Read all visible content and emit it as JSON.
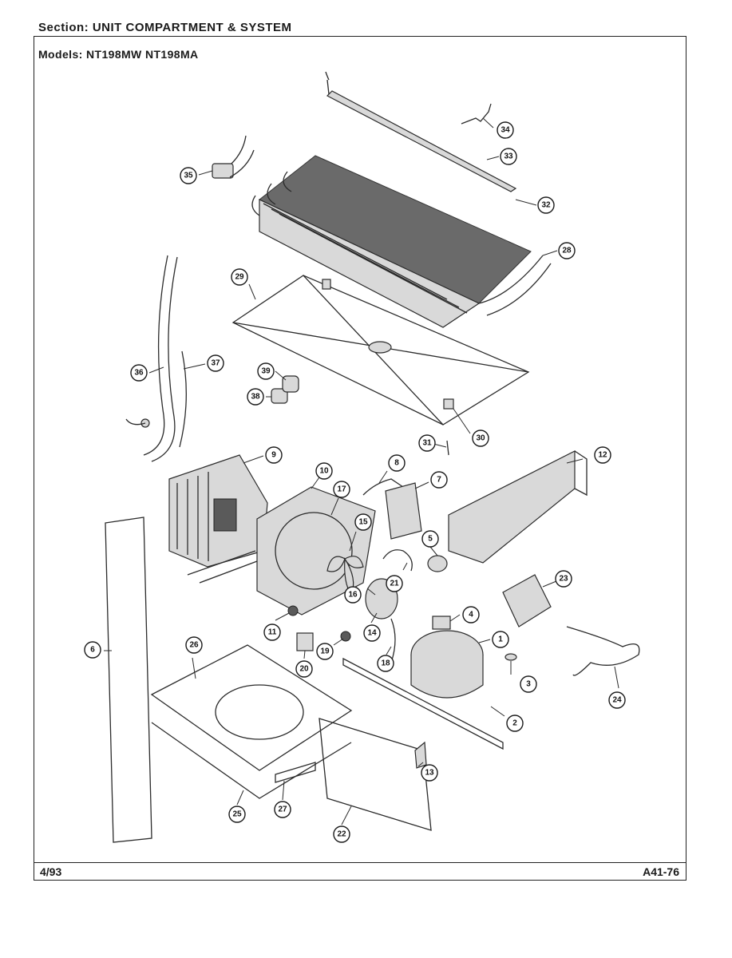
{
  "header": {
    "section": "Section:  UNIT COMPARTMENT & SYSTEM",
    "models": "Models: NT198MW NT198MA"
  },
  "footer": {
    "date": "4/93",
    "code": "A41-76"
  },
  "callouts": [
    "34",
    "33",
    "35",
    "32",
    "28",
    "29",
    "36",
    "37",
    "39",
    "38",
    "30",
    "31",
    "9",
    "10",
    "8",
    "7",
    "17",
    "15",
    "12",
    "5",
    "21",
    "16",
    "23",
    "4",
    "11",
    "14",
    "1",
    "3",
    "20",
    "19",
    "18",
    "6",
    "26",
    "2",
    "24",
    "13",
    "27",
    "25",
    "22"
  ]
}
